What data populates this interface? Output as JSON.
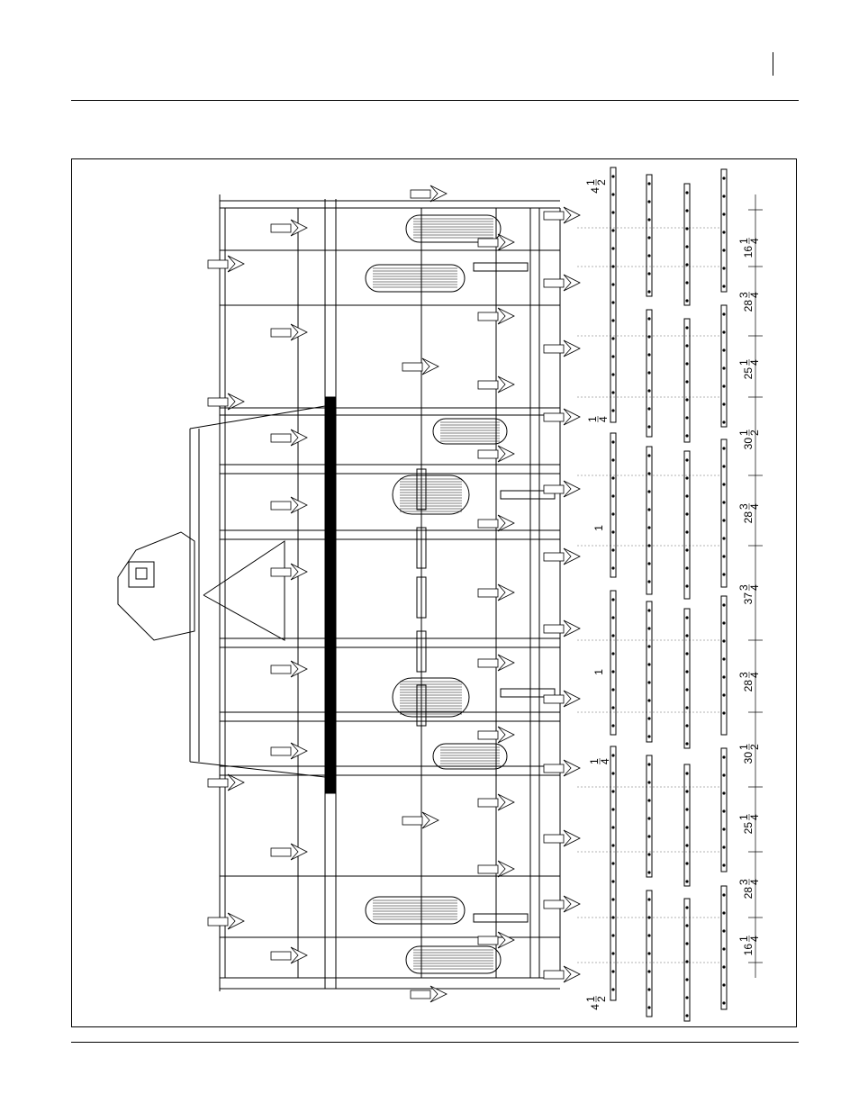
{
  "dimensions": {
    "spacings": [
      {
        "whole": "16",
        "num": "1",
        "den": "4"
      },
      {
        "whole": "28",
        "num": "3",
        "den": "4"
      },
      {
        "whole": "25",
        "num": "1",
        "den": "4"
      },
      {
        "whole": "30",
        "num": "1",
        "den": "2"
      },
      {
        "whole": "28",
        "num": "3",
        "den": "4"
      },
      {
        "whole": "37",
        "num": "3",
        "den": "4"
      },
      {
        "whole": "28",
        "num": "3",
        "den": "4"
      },
      {
        "whole": "30",
        "num": "1",
        "den": "2"
      },
      {
        "whole": "25",
        "num": "1",
        "den": "4"
      },
      {
        "whole": "28",
        "num": "3",
        "den": "4"
      },
      {
        "whole": "16",
        "num": "1",
        "den": "4"
      }
    ],
    "offsets": [
      {
        "whole": "4",
        "num": "1",
        "den": "2"
      },
      {
        "whole": "",
        "num": "1",
        "den": "4"
      },
      {
        "whole": "1",
        "num": "",
        "den": ""
      },
      {
        "whole": "1",
        "num": "",
        "den": ""
      },
      {
        "whole": "",
        "num": "1",
        "den": "4"
      },
      {
        "whole": "4",
        "num": "1",
        "den": "2"
      }
    ]
  }
}
